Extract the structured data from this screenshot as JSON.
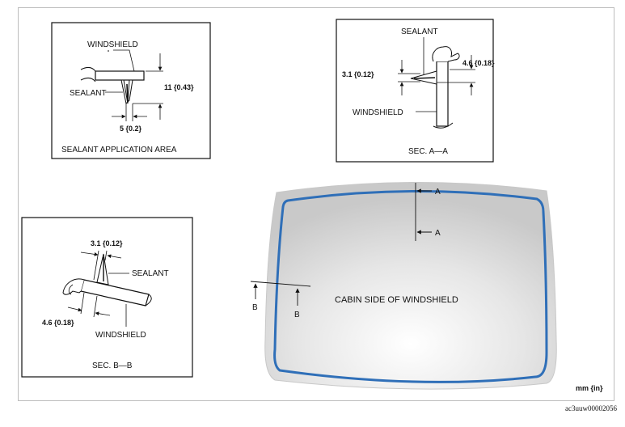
{
  "detail_top_left": {
    "label_windshield": "WINDSHIELD",
    "label_sealant": "SEALANT",
    "dim_height": "11 {0.43}",
    "dim_width": "5 {0.2}",
    "caption": "SEALANT APPLICATION AREA"
  },
  "detail_top_right": {
    "label_sealant": "SEALANT",
    "label_windshield": "WINDSHIELD",
    "dim_left": "3.1 {0.12}",
    "dim_right": "4.6 {0.18}",
    "caption": "SEC. A—A"
  },
  "detail_bottom_left": {
    "dim_top": "3.1 {0.12}",
    "label_sealant": "SEALANT",
    "dim_bottom": "4.6 {0.18}",
    "label_windshield": "WINDSHIELD",
    "caption": "SEC. B—B"
  },
  "windshield": {
    "center_label": "CABIN SIDE OF WINDSHIELD",
    "section_a_top": "A",
    "section_a_bottom": "A",
    "section_b_left": "B",
    "section_b_right": "B",
    "sealant_color": "#2f6fb8"
  },
  "units": "mm {in}",
  "figure_id": "ac3uuw00002056"
}
